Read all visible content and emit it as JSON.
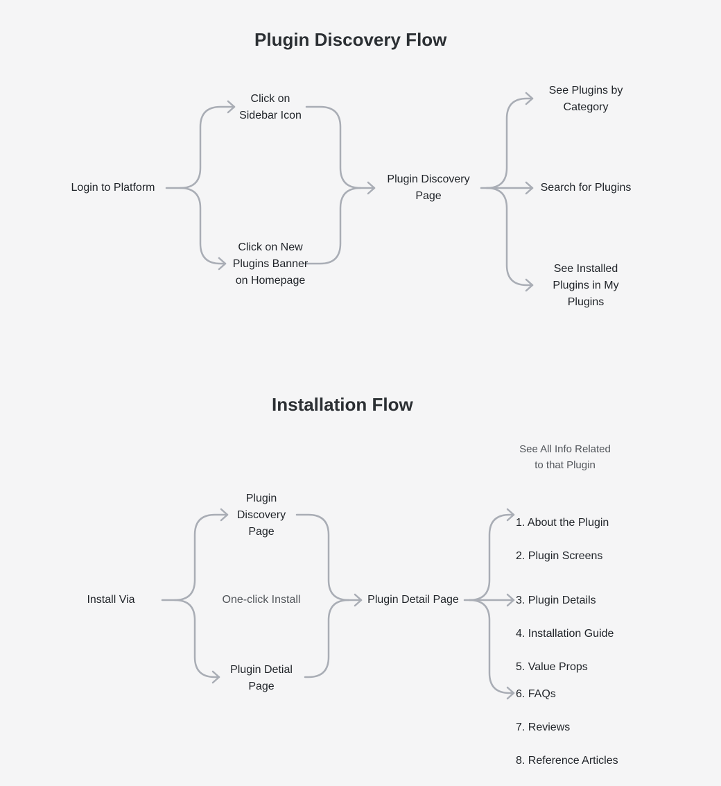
{
  "discovery_flow": {
    "title": "Plugin Discovery Flow",
    "start": "Login to Platform",
    "entry_points": [
      "Click on\nSidebar Icon",
      "Click on New\nPlugins Banner\non Homepage"
    ],
    "hub": "Plugin Discovery\nPage",
    "outcomes": [
      "See Plugins by\nCategory",
      "Search for Plugins",
      "See Installed\nPlugins  in My\nPlugins"
    ]
  },
  "installation_flow": {
    "title": "Installation Flow",
    "start": "Install Via",
    "entry_points": [
      "Plugin\nDiscovery\nPage",
      "One-click Install",
      "Plugin Detial\nPage"
    ],
    "hub": "Plugin Detail Page",
    "info_heading": "See All Info Related\nto that Plugin",
    "info_groups": [
      [
        "1. About the Plugin",
        "2. Plugin Screens"
      ],
      [
        "3. Plugin Details",
        "4. Installation Guide",
        "5. Value Props"
      ],
      [
        "6. FAQs",
        "7. Reviews",
        "8. Reference Articles"
      ]
    ]
  },
  "connector_color": "#a9adb5"
}
